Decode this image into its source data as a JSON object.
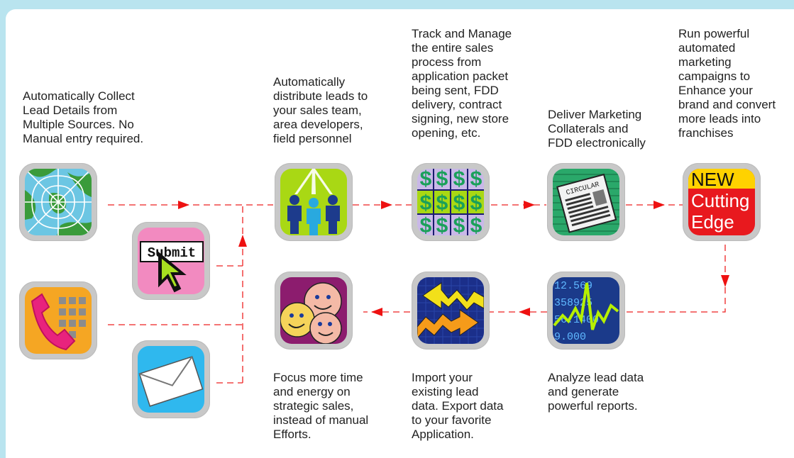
{
  "steps": {
    "collect": "Automatically Collect\nLead Details from\nMultiple Sources. No\nManual entry required.",
    "distribute": "Automatically\ndistribute leads to\nyour sales team,\narea developers,\nfield personnel",
    "track": "Track and Manage\nthe entire sales\nprocess from\napplication packet\nbeing sent, FDD\ndelivery, contract\nsigning, new store\nopening, etc.",
    "deliver": "Deliver Marketing\nCollaterals and\nFDD electronically",
    "campaigns": "Run powerful\nautomated\nmarketing\ncampaigns to\nEnhance your\nbrand and convert\nmore leads into\nfranchises",
    "analyze": "Analyze lead data\nand generate\npowerful reports.",
    "import": "Import your\nexisting lead\ndata. Export data\nto your favorite\nApplication.",
    "focus": "Focus more time\nand energy on\nstrategic sales,\ninstead of manual\nEfforts."
  },
  "icons": {
    "submit_text": "Submit",
    "circular_text": "CIRCULAR",
    "new_text": "NEW",
    "cutting_text": "Cutting",
    "edge_text": "Edge",
    "dollar": "$",
    "numbers": [
      "12.569",
      "358925",
      "56.1400",
      "9.000"
    ]
  },
  "colors": {
    "frame": "#b9e4ef",
    "arrow": "#ee2222",
    "icon_border": "#c8c8c8"
  }
}
